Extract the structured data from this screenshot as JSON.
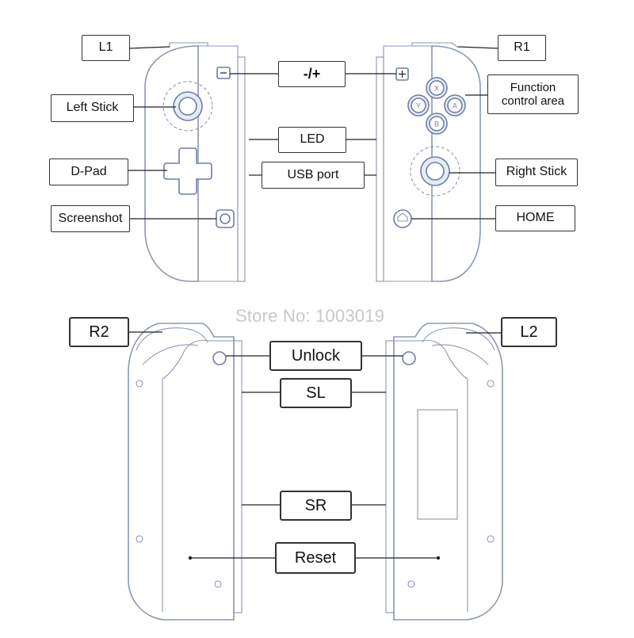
{
  "top_labels": {
    "l1": "L1",
    "r1": "R1",
    "minus_plus": "-/+",
    "left_stick": "Left Stick",
    "function_area": "Function\ncontrol area",
    "led": "LED",
    "dpad": "D-Pad",
    "usb_port": "USB port",
    "right_stick": "Right Stick",
    "screenshot": "Screenshot",
    "home": "HOME"
  },
  "face_buttons": {
    "x": "X",
    "y": "Y",
    "a": "A",
    "b": "B"
  },
  "watermark": "Store No: 1003019",
  "bottom_labels": {
    "r2": "R2",
    "l2": "L2",
    "unlock": "Unlock",
    "sl": "SL",
    "sr": "SR",
    "reset": "Reset"
  },
  "colors": {
    "outline": "#8a98b4",
    "control": "#6d7fa6",
    "text": "#111111"
  }
}
